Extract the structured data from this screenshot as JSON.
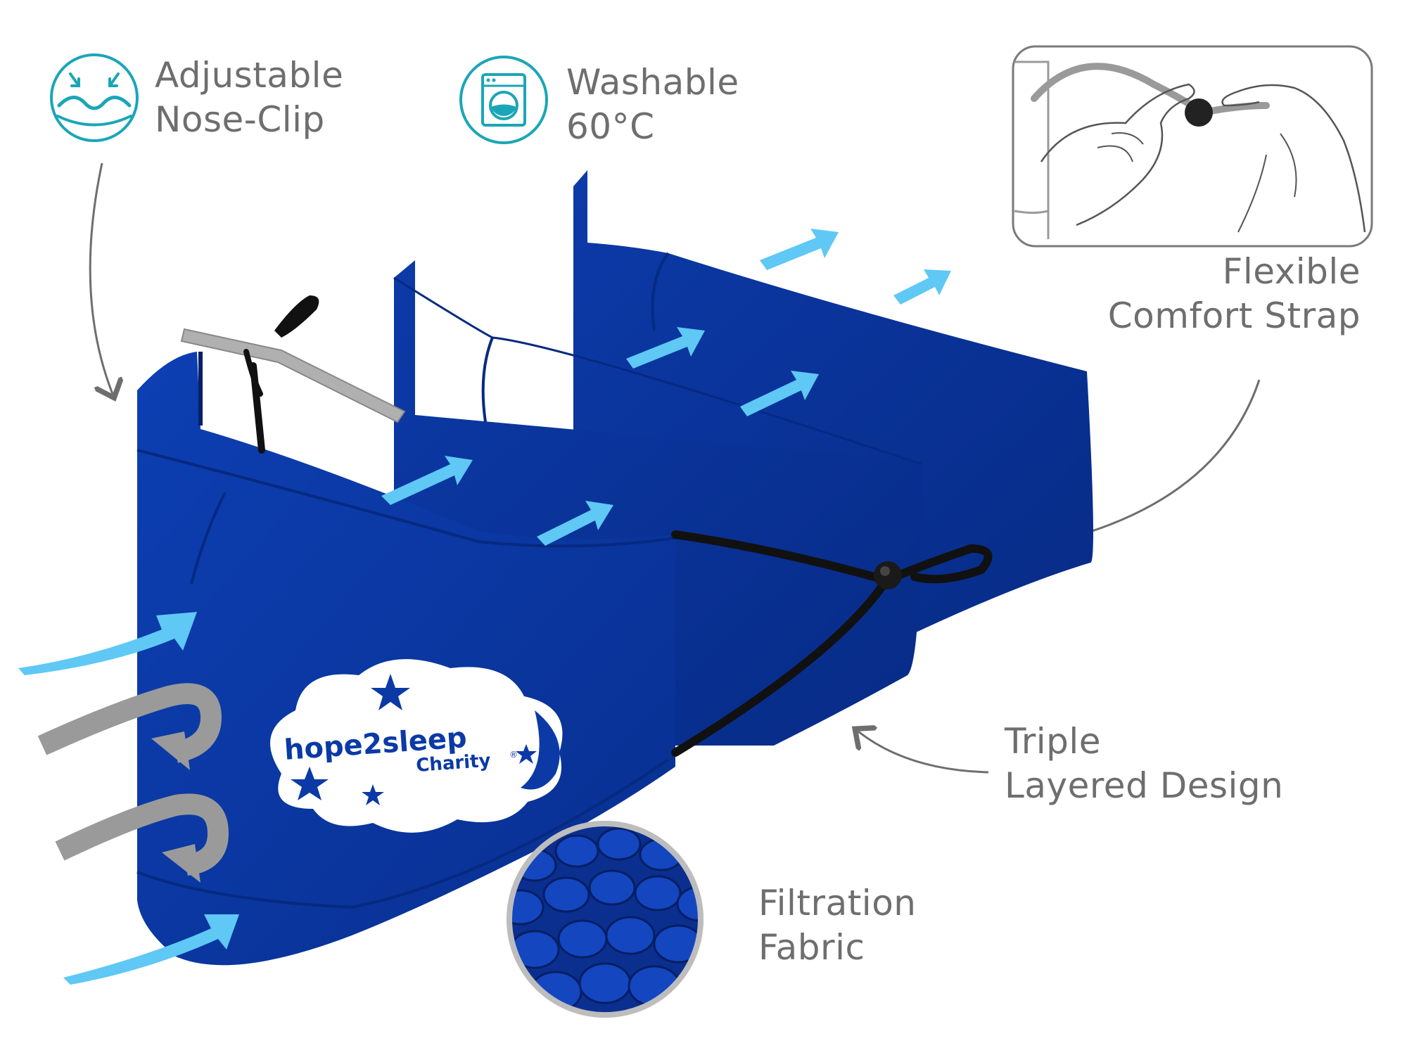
{
  "features": {
    "nose_clip": {
      "line1": "Adjustable",
      "line2": "Nose-Clip",
      "icon": "nose-clip-icon"
    },
    "washable": {
      "line1": "Washable",
      "line2": "60°C",
      "icon": "washing-machine-icon"
    },
    "strap": {
      "line1": "Flexible",
      "line2": "Comfort Strap"
    },
    "triple": {
      "line1": "Triple",
      "line2": "Layered Design"
    },
    "filtration": {
      "line1": "Filtration",
      "line2": "Fabric"
    }
  },
  "logo": {
    "brand": "hope2sleep",
    "sub": "Charity",
    "reg": "®"
  },
  "colors": {
    "mask_blue": "#0b3aa6",
    "accent_teal": "#1aa6b7",
    "airflow_blue": "#5fc8f5",
    "exhaled_gray": "#9a9a9a",
    "label_gray": "#6e6e6e"
  }
}
